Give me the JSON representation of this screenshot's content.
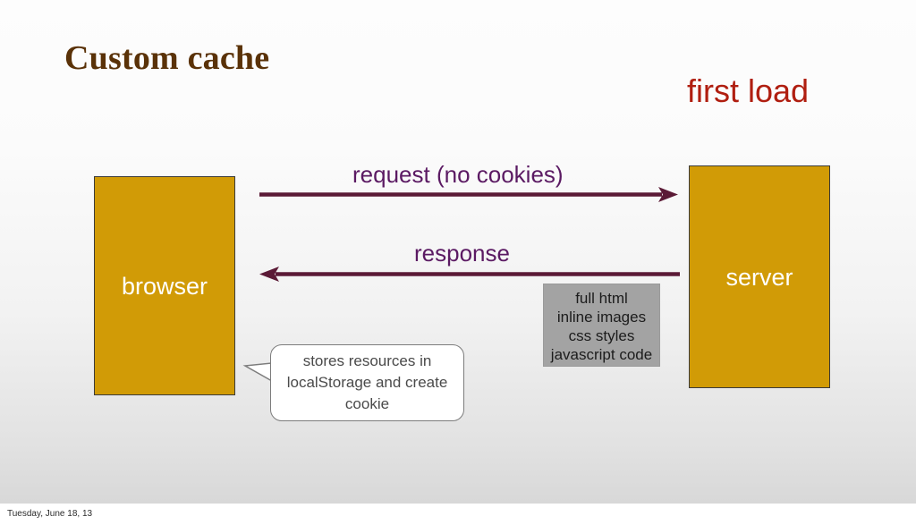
{
  "slide": {
    "title": "Custom cache",
    "subtitle": "first load",
    "colors": {
      "title": "#5a3208",
      "subtitle": "#b01e10",
      "node_fill": "#d19b06",
      "arrow": "#5b1a36",
      "arrow_label": "#5b1a63",
      "payload_fill": "#a3a3a3",
      "bubble_fill": "#ffffff",
      "background_top": "#fdfdfd",
      "background_bottom": "#d8d8d8"
    }
  },
  "nodes": {
    "browser": {
      "label": "browser"
    },
    "server": {
      "label": "server"
    }
  },
  "arrows": {
    "request": {
      "label": "request (no cookies)",
      "direction": "right"
    },
    "response": {
      "label": "response",
      "direction": "left"
    }
  },
  "payload": {
    "lines": [
      "full html",
      "inline images",
      "css styles",
      "javascript code"
    ]
  },
  "callout": {
    "text": "stores resources in localStorage and create cookie"
  },
  "footer": {
    "timestamp": "Tuesday, June 18, 13"
  }
}
